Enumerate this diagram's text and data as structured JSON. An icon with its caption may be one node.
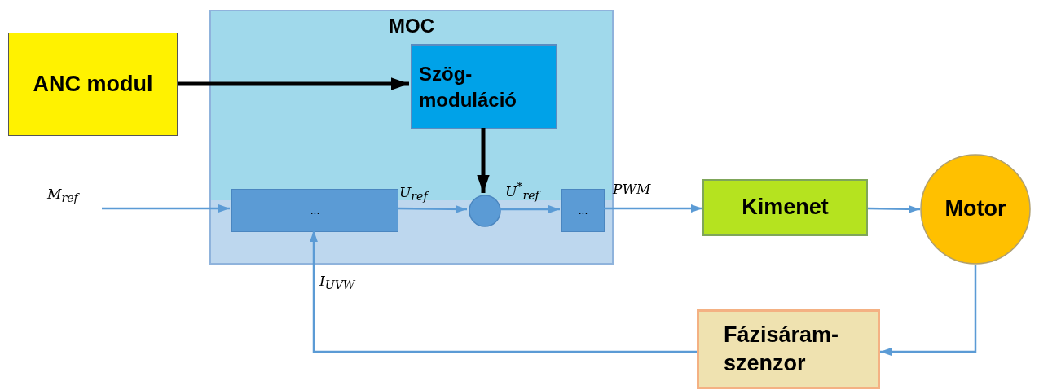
{
  "diagram": {
    "nodes": [
      {
        "text": [
          "MOC"
        ]
      },
      {
        "text": [
          "ANC modul"
        ]
      },
      {
        "text": [
          "Szög- moduláció"
        ],
        "in": 0
      },
      {
        "text": [
          "..."
        ],
        "in": 0
      },
      {
        "text": [],
        "shape": "circle",
        "in": 0
      },
      {
        "text": [
          "..."
        ],
        "in": 0
      },
      {
        "text": [
          "Kimenet"
        ]
      },
      {
        "text": [
          "Motor"
        ]
      },
      {
        "text": [
          "Fázisáram- szenzor"
        ]
      }
    ],
    "edges": [
      {
        "from": 1,
        "to": 2,
        "arrow": "to",
        "style": "thick",
        "color": "#000000"
      },
      {
        "from": 2,
        "to": 4,
        "arrow": "to",
        "style": "thick",
        "color": "#000000"
      },
      {
        "from": null,
        "to": 3,
        "arrow": "to",
        "label": "M$_{ref}$"
      },
      {
        "from": 3,
        "to": 4,
        "arrow": "to",
        "label": "U$_{ref}$"
      },
      {
        "from": 4,
        "to": 5,
        "arrow": "to",
        "label": "U$^{*}$$_{ref}$"
      },
      {
        "from": 5,
        "to": 6,
        "arrow": "to",
        "label": "PWM"
      },
      {
        "from": 6,
        "to": 7,
        "arrow": "to"
      },
      {
        "from": 7,
        "to": 8,
        "arrow": "to"
      },
      {
        "from": 8,
        "to": 3,
        "arrow": "to",
        "label": "I$_{UVW}$"
      }
    ]
  }
}
